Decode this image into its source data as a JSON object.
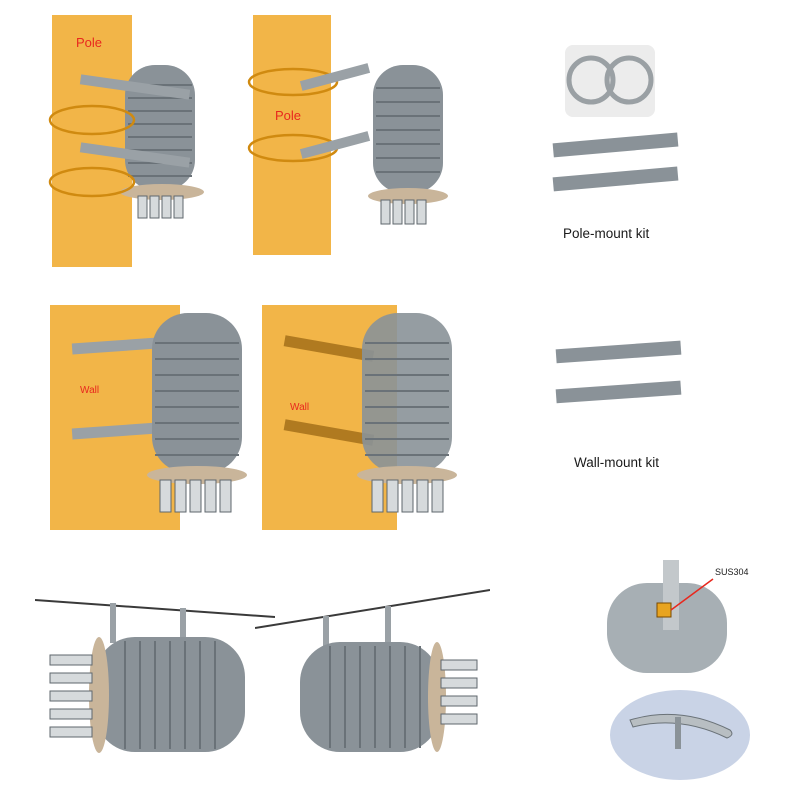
{
  "labels": {
    "pole_1": "Pole",
    "pole_2": "Pole",
    "wall_1": "Wall",
    "wall_2": "Wall",
    "pole_mount_kit": "Pole-mount kit",
    "wall_mount_kit": "Wall-mount kit",
    "material": "SUS304"
  },
  "colors": {
    "pole": "#f0a828",
    "wall": "#f0a828",
    "closure": "#8a9298",
    "closure_dark": "#5f676d",
    "label_red": "#e8281e",
    "cable": "#3a3a3a"
  }
}
